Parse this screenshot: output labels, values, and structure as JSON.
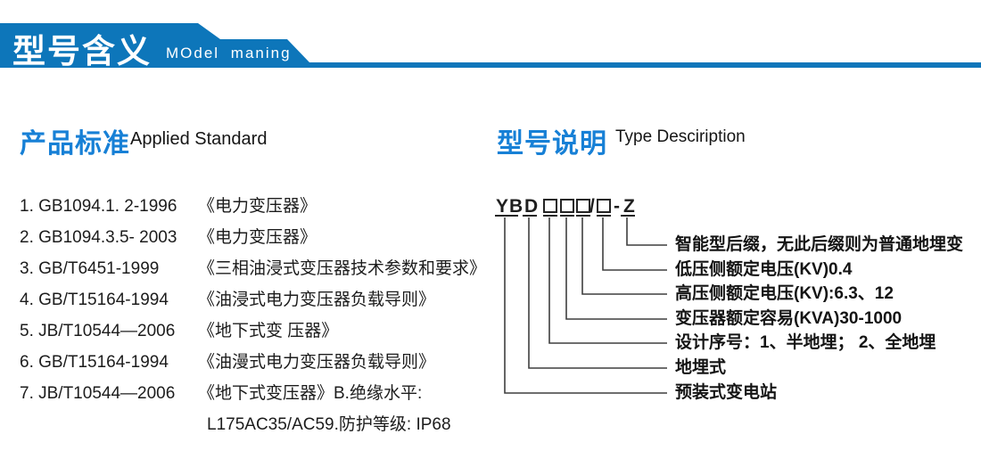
{
  "banner": {
    "title_cn": "型号含义",
    "title_en": "MOdel maning",
    "color": "#0d76ba"
  },
  "left_section": {
    "heading_cn": "产品标准",
    "heading_en": "Applied Standard",
    "items": [
      {
        "code": "1. GB1094.1. 2-1996",
        "title": "《电力变压器》"
      },
      {
        "code": "2. GB1094.3.5- 2003",
        "title": "《电力变压器》"
      },
      {
        "code": "3. GB/T6451-1999",
        "title": "《三相油浸式变压器技术参数和要求》"
      },
      {
        "code": "4. GB/T15164-1994",
        "title": "《油浸式电力变压器负载导则》"
      },
      {
        "code": "5. JB/T10544—2006",
        "title": "《地下式变 压器》"
      },
      {
        "code": "6. GB/T15164-1994",
        "title": "《油漫式电力变压器负载导则》"
      },
      {
        "code": "7. JB/T10544—2006",
        "title": "《地下式变压器》B.绝缘水平:"
      }
    ],
    "continuation": "L175AC35/AC59.防护等级: IP68"
  },
  "right_section": {
    "heading_cn": "型号说明",
    "heading_en": "Type Desciription",
    "model_code": {
      "display": "YBD□□□/□-Z",
      "prefix": "YB",
      "type_letter": "D",
      "slash": "/",
      "dash": "-",
      "suffix": "Z"
    },
    "labels": [
      "智能型后缀，无此后缀则为普通地埋变",
      "低压侧额定电压(KV)0.4",
      "高压侧额定电压(KV):6.3、12",
      "变压器额定容易(KVA)30-1000",
      "设计序号：1、半地埋； 2、全地埋",
      "地埋式",
      "预装式变电站"
    ]
  },
  "colors": {
    "banner_blue": "#0d76ba",
    "heading_blue": "#1780d6",
    "text_dark": "#1c1c1c",
    "line_gray": "#3f3f3f"
  }
}
